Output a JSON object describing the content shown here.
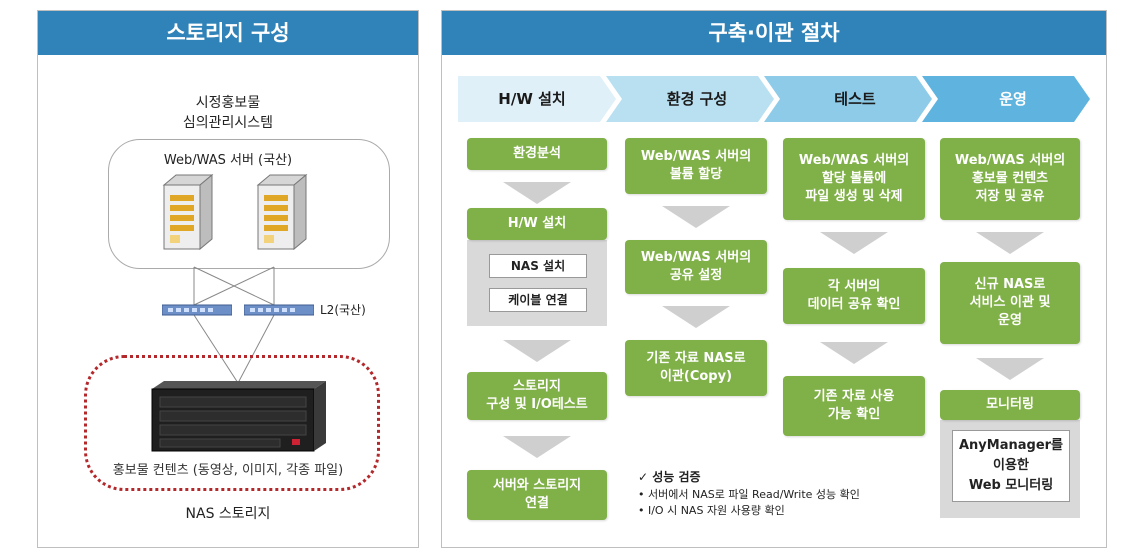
{
  "left": {
    "title": "스토리지 구성",
    "system_name": "시정홍보물\n심의관리시스템",
    "server_label": "Web/WAS 서버 (국산)",
    "switch_label": "L2(국산)",
    "nas_content_label": "홍보물 컨텐츠 (동영상, 이미지, 각종 파일)",
    "nas_label": "NAS 스토리지"
  },
  "right": {
    "title": "구축·이관 절차",
    "steps": [
      "H/W 설치",
      "환경 구성",
      "테스트",
      "운영"
    ],
    "col1": {
      "box1": "환경분석",
      "box2": "H/W 설치",
      "sub1": "NAS 설치",
      "sub2": "케이블 연결",
      "box3": "스토리지\n구성 및 I/O테스트",
      "box4": "서버와 스토리지\n연결"
    },
    "col2": {
      "box1": "Web/WAS 서버의\n볼륨 할당",
      "box2": "Web/WAS 서버의\n공유 설정",
      "box3": "기존 자료 NAS로\n이관(Copy)"
    },
    "col3": {
      "box1": "Web/WAS 서버의\n할당 볼륨에\n파일 생성 및 삭제",
      "box2": "각 서버의\n데이터 공유 확인",
      "box3": "기존 자료 사용\n가능 확인"
    },
    "col4": {
      "box1": "Web/WAS 서버의\n홍보물 컨텐츠\n저장 및 공유",
      "box2": "신규 NAS로\n서비스 이관 및\n운영",
      "box3": "모니터링",
      "sub": "AnyManager를\n이용한\nWeb 모니터링"
    },
    "note": {
      "title": "✓ 성능 검증",
      "line1": "• 서버에서 NAS로 파일 Read/Write 성능 확인",
      "line2": "• I/O 시 NAS 자원 사용량 확인"
    }
  },
  "colors": {
    "header_blue": "#2f83b8",
    "green": "#80b048",
    "nas_border": "#b3282b",
    "step_gradient": [
      "#dff0f8",
      "#b9e0f1",
      "#8dcbe9",
      "#5eb4de"
    ]
  }
}
